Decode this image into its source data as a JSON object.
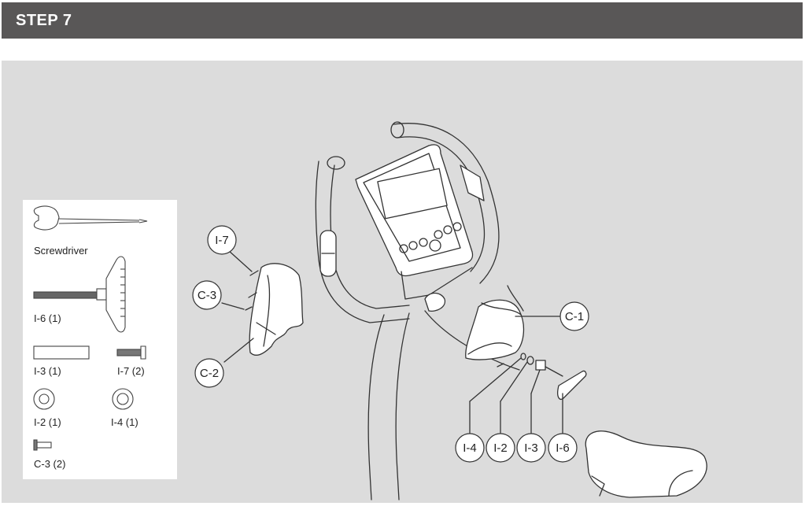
{
  "header": {
    "title": "STEP 7"
  },
  "parts_list": {
    "screwdriver": "Screwdriver",
    "i6": "I-6 (1)",
    "i3": "I-3 (1)",
    "i7": "I-7 (2)",
    "i2": "I-2 (1)",
    "i4": "I-4 (1)",
    "c3": "C-3 (2)"
  },
  "callouts": {
    "i7": "I-7",
    "c3": "C-3",
    "c2": "C-2",
    "c1": "C-1",
    "i4": "I-4",
    "i2": "I-2",
    "i3": "I-3",
    "i6": "I-6"
  }
}
